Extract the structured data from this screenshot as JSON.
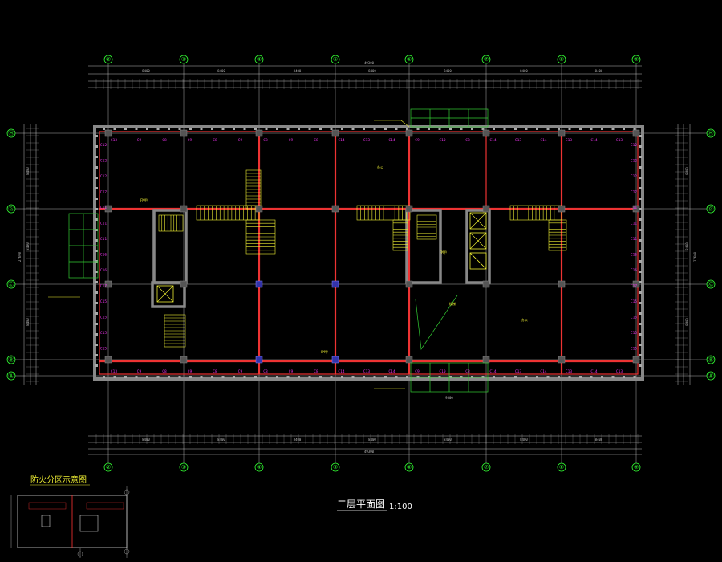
{
  "drawing": {
    "title": "二层平面图",
    "scale": "1:100",
    "key_title": "防火分区示意图"
  },
  "axes": {
    "horizontal": [
      "②",
      "③",
      "④",
      "⑤",
      "⑥",
      "⑦",
      "⑧",
      "⑨"
    ],
    "vertical": [
      "Ⓗ",
      "Ⓖ",
      "Ⓒ",
      "Ⓑ",
      "Ⓐ"
    ]
  },
  "dimensions": {
    "top_bays": [
      "8400",
      "8400",
      "8400",
      "8400",
      "8400",
      "8400",
      "8400"
    ],
    "total_width": "49300",
    "left_bays": [
      "8400",
      "8400",
      "8400"
    ],
    "total_height": "27600",
    "bottom_sub": "9300"
  },
  "labels": {
    "stair": "楼梯",
    "fire_door": "FM甲",
    "room": "办公"
  },
  "colors": {
    "background": "#000000",
    "wall": "#ee3333",
    "annotation": "#eeee33",
    "column_label": "#ee33ee",
    "grid_bubble": "#33ff33"
  }
}
